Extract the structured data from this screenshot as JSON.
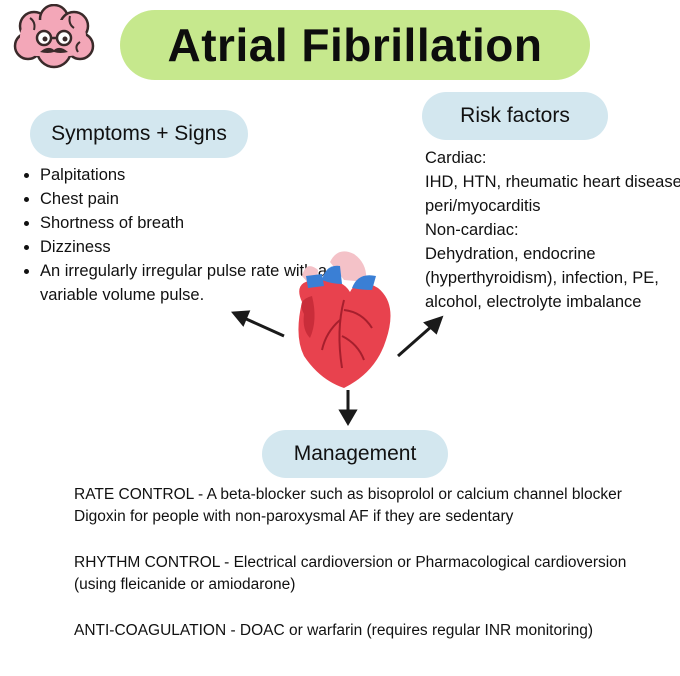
{
  "title": "Atrial Fibrillation",
  "symptoms": {
    "heading": "Symptoms + Signs",
    "items": [
      "Palpitations",
      "Chest pain",
      "Shortness of breath",
      "Dizziness",
      "An irregularly irregular pulse rate with a variable volume pulse."
    ]
  },
  "risk": {
    "heading": "Risk factors",
    "lines": [
      "Cardiac:",
      "IHD, HTN, rheumatic heart disease,",
      "peri/myocarditis",
      "Non-cardiac:",
      "Dehydration, endocrine",
      "(hyperthyroidism), infection, PE,",
      "alcohol, electrolyte imbalance"
    ]
  },
  "management": {
    "heading": "Management",
    "rate_1": "RATE CONTROL - A beta-blocker such as bisoprolol or calcium channel blocker",
    "rate_2": "Digoxin for people with non-paroxysmal AF if they are sedentary",
    "rhythm": "RHYTHM CONTROL - Electrical cardioversion or Pharmacological cardioversion (using fleicanide or amiodarone)",
    "anticoag": "ANTI-COAGULATION - DOAC or warfarin (requires regular INR monitoring)"
  },
  "icons": [
    "brain-mascot-icon",
    "heart-icon",
    "arrow-icon"
  ],
  "colors": {
    "title_pill": "#c6e88d",
    "section_pill": "#d3e7ef",
    "heart_red": "#e8424e",
    "brain_pink": "#f3a7b8",
    "vessel_blue": "#3a7fd5"
  }
}
